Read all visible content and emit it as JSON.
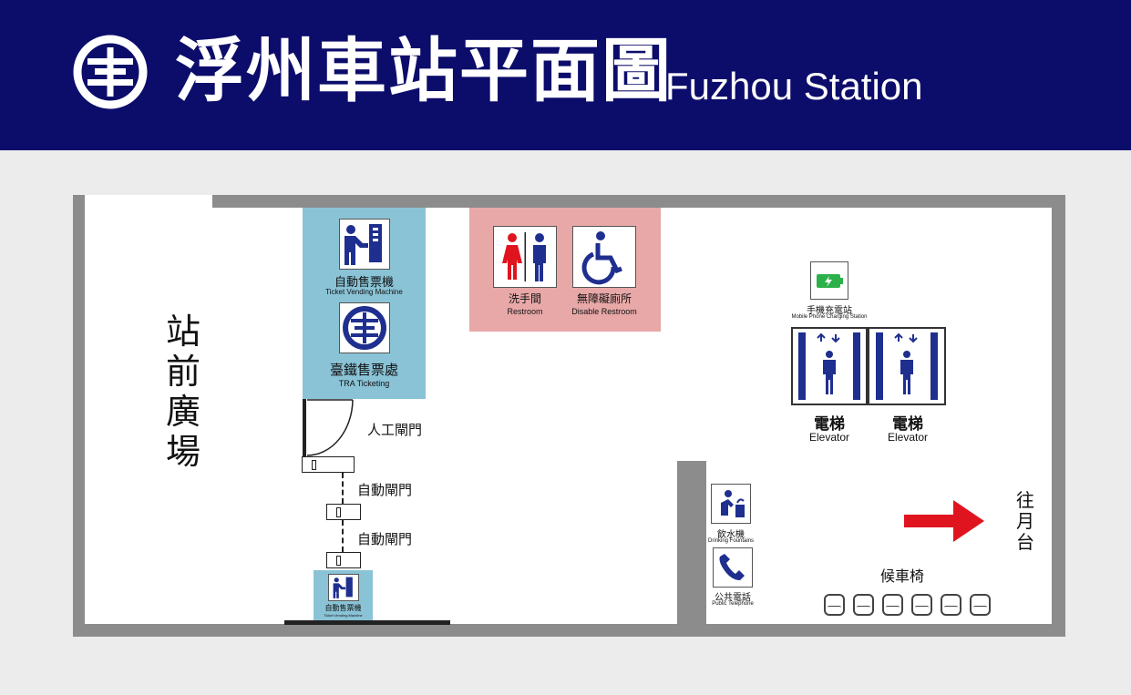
{
  "header": {
    "title_zh": "浮州車站平面圖",
    "title_en": "Fuzhou Station",
    "background": "#0c0c6b"
  },
  "colors": {
    "ticket_zone": "#8ac3d6",
    "restroom_zone": "#e8a8a8",
    "wall": "#8c8c8c",
    "arrow": "#e0141e",
    "icon_blue": "#1f2f8f"
  },
  "map": {
    "plaza_label": "站前廣場",
    "ticket_machine": {
      "zh": "自動售票機",
      "en": "Ticket Vending Machine"
    },
    "tra_ticketing": {
      "zh": "臺鐵售票處",
      "en": "TRA Ticketing"
    },
    "restroom": {
      "zh": "洗手間",
      "en": "Restroom"
    },
    "disable_restroom": {
      "zh": "無障礙廁所",
      "en": "Disable Restroom"
    },
    "charging_station": {
      "zh": "手機充電站",
      "en": "Mobile Phone Charging Station"
    },
    "elevators": [
      {
        "zh": "電梯",
        "en": "Elevator"
      },
      {
        "zh": "電梯",
        "en": "Elevator"
      }
    ],
    "manual_gate": "人工閘門",
    "auto_gates": [
      "自動閘門",
      "自動閘門"
    ],
    "ticket_machine_small": {
      "zh": "自動售票機",
      "en": "Ticket Vending Machine"
    },
    "drinking_fountain": {
      "zh": "飲水機",
      "en": "Drinking Fountains"
    },
    "public_telephone": {
      "zh": "公共電話",
      "en": "Public Telephone"
    },
    "waiting_seats_label": "候車椅",
    "waiting_seats_count": 6,
    "to_platform": "往月台",
    "icons": [
      "tra-logo-icon",
      "ticket-machine-icon",
      "restroom-icon",
      "wheelchair-icon",
      "charging-icon",
      "elevator-icon",
      "drinking-fountain-icon",
      "telephone-icon",
      "arrow-right-icon",
      "seat-icon"
    ]
  }
}
